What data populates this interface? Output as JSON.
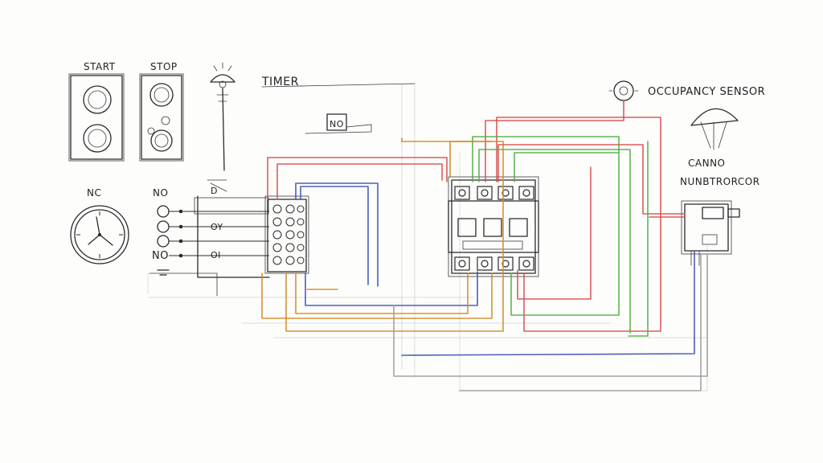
{
  "labels": {
    "start": "START",
    "stop": "STOP",
    "timer": "TIMER",
    "timer_contact": "NO",
    "no_top": "NO",
    "nc": "NC",
    "no_bottom": "NO",
    "occupancy_sensor": "OCCUPANCY SENSOR",
    "control_line1": "CANNO",
    "control_line2": "NUNBTRORCOR",
    "terminal_labels": [
      "D",
      "OY",
      "OI"
    ]
  },
  "colors": {
    "pencil": "#2a2a2a",
    "red": "#d94a4a",
    "green": "#4caf3e",
    "blue": "#3a4fb0",
    "orange": "#d4871e",
    "gray": "#9a9a9a"
  }
}
